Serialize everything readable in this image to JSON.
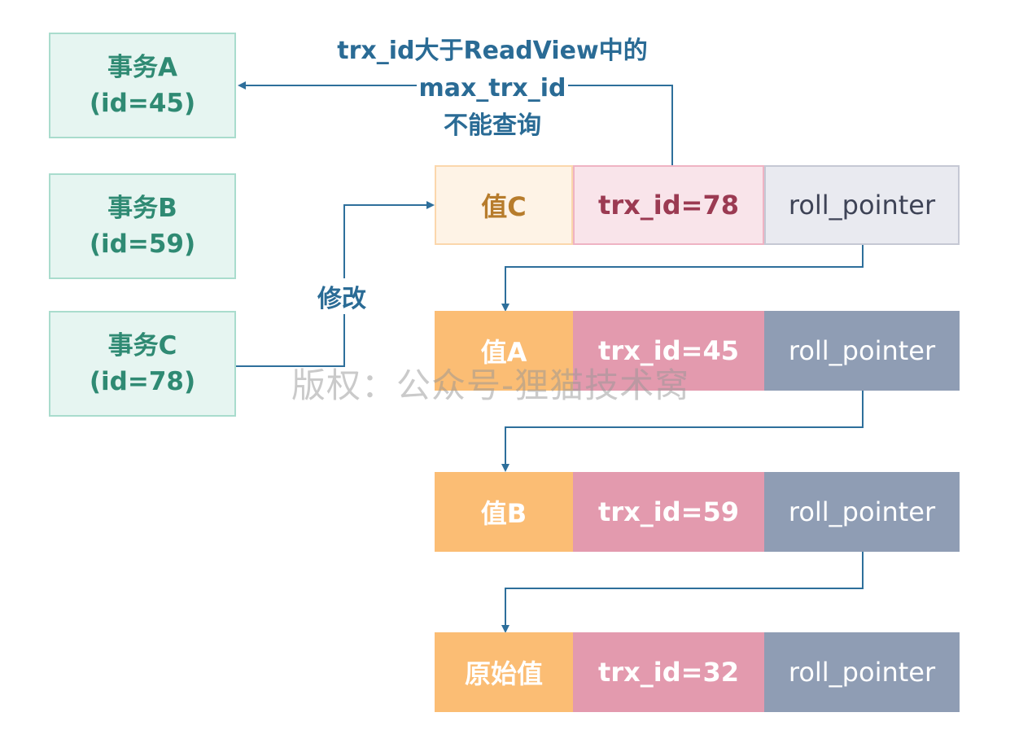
{
  "transactions": [
    {
      "name": "事务A",
      "id": "(id=45)"
    },
    {
      "name": "事务B",
      "id": "(id=59)"
    },
    {
      "name": "事务C",
      "id": "(id=78)"
    }
  ],
  "versions": [
    {
      "value": "值C",
      "trx_id": "trx_id=78",
      "pointer": "roll_pointer"
    },
    {
      "value": "值A",
      "trx_id": "trx_id=45",
      "pointer": "roll_pointer"
    },
    {
      "value": "值B",
      "trx_id": "trx_id=59",
      "pointer": "roll_pointer"
    },
    {
      "value": "原始值",
      "trx_id": "trx_id=32",
      "pointer": "roll_pointer"
    }
  ],
  "annotation": {
    "line1": "trx_id大于ReadView中的",
    "line2": "max_trx_id",
    "line3": "不能查询"
  },
  "edit_label": "修改",
  "watermark": "版权：公众号-狸猫技术窝",
  "colors": {
    "arrow": "#2e6f9b",
    "txn_fill": "#e6f5f1",
    "txn_border": "#a9dccd",
    "txn_text": "#2f8a73",
    "value_fill": "#fbbd74",
    "trx_fill": "#e39aae",
    "pointer_fill": "#8f9db4"
  }
}
